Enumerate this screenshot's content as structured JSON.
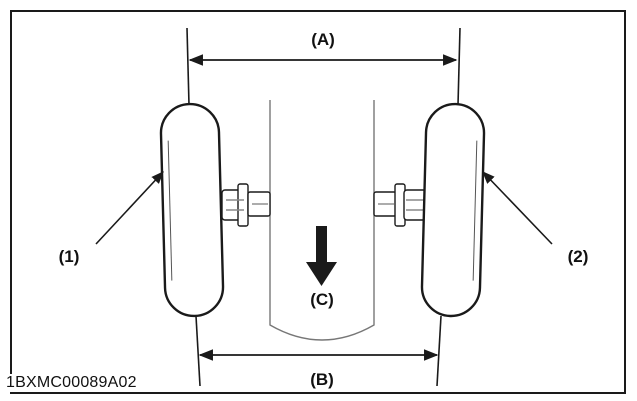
{
  "labels": {
    "A": "(A)",
    "B": "(B)",
    "C": "(C)",
    "one": "(1)",
    "two": "(2)"
  },
  "figure_code": "1BXMC00089A02",
  "colors": {
    "line": "#1a1a1a",
    "background": "#ffffff"
  }
}
